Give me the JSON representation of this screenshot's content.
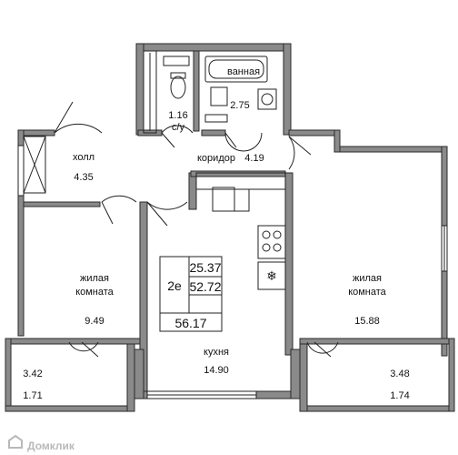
{
  "rooms": {
    "wc": {
      "area": "1.16",
      "label": "с/у"
    },
    "bath": {
      "label": "ванная",
      "area": "2.75"
    },
    "hall": {
      "label": "холл",
      "area": "4.35"
    },
    "corridor": {
      "label": "коридор",
      "area": "4.19"
    },
    "living_left": {
      "label_line1": "жилая",
      "label_line2": "комната",
      "area": "9.49"
    },
    "living_right": {
      "label_line1": "жилая",
      "label_line2": "комната",
      "area": "15.88"
    },
    "kitchen": {
      "label": "кухня",
      "area": "14.90"
    },
    "balcony_left": {
      "area1": "3.42",
      "area2": "1.71"
    },
    "balcony_right": {
      "area1": "3.48",
      "area2": "1.74"
    }
  },
  "summary": {
    "rooms_code": "2е",
    "living_area": "25.37",
    "total_area": "52.72",
    "total_with_balcony": "56.17"
  },
  "watermark": {
    "text": "Домклик"
  },
  "colors": {
    "wall": "#8a8a8a",
    "wall_outline": "#2a2a2a",
    "line": "#222222",
    "watermark": "#b9b9b9"
  }
}
